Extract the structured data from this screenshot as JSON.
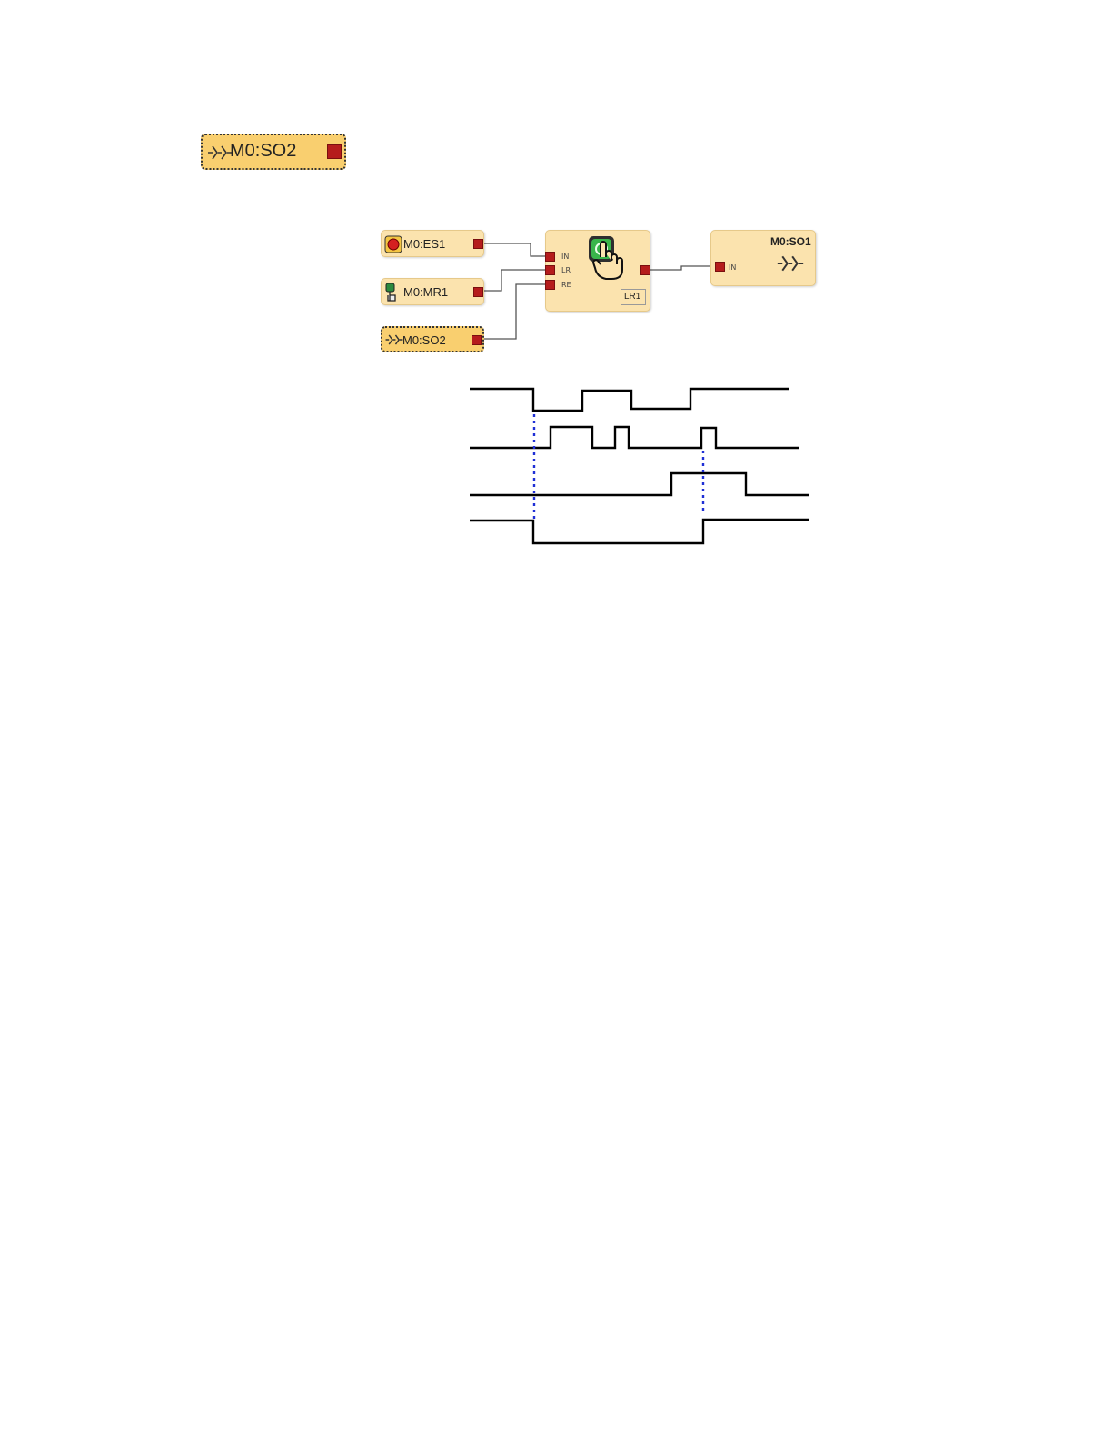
{
  "top_block": {
    "label": "M0:SO2"
  },
  "diagram": {
    "inputs": [
      {
        "label": "M0:ES1",
        "icon": "emergency-stop-icon"
      },
      {
        "label": "M0:MR1",
        "icon": "manual-reset-icon"
      },
      {
        "label": "M0:SO2",
        "icon": "safety-output-icon"
      }
    ],
    "logic_block": {
      "pins": [
        "IN",
        "LR",
        "RE"
      ],
      "tag": "LR1",
      "icon": "hand-press-button-icon"
    },
    "output_block": {
      "title": "M0:SO1",
      "pin": "IN",
      "icon": "safety-output-icon"
    }
  },
  "colors": {
    "block_fill": "#fbe3ae",
    "port": "#b51c1c",
    "marker": "#1f2fd6"
  }
}
